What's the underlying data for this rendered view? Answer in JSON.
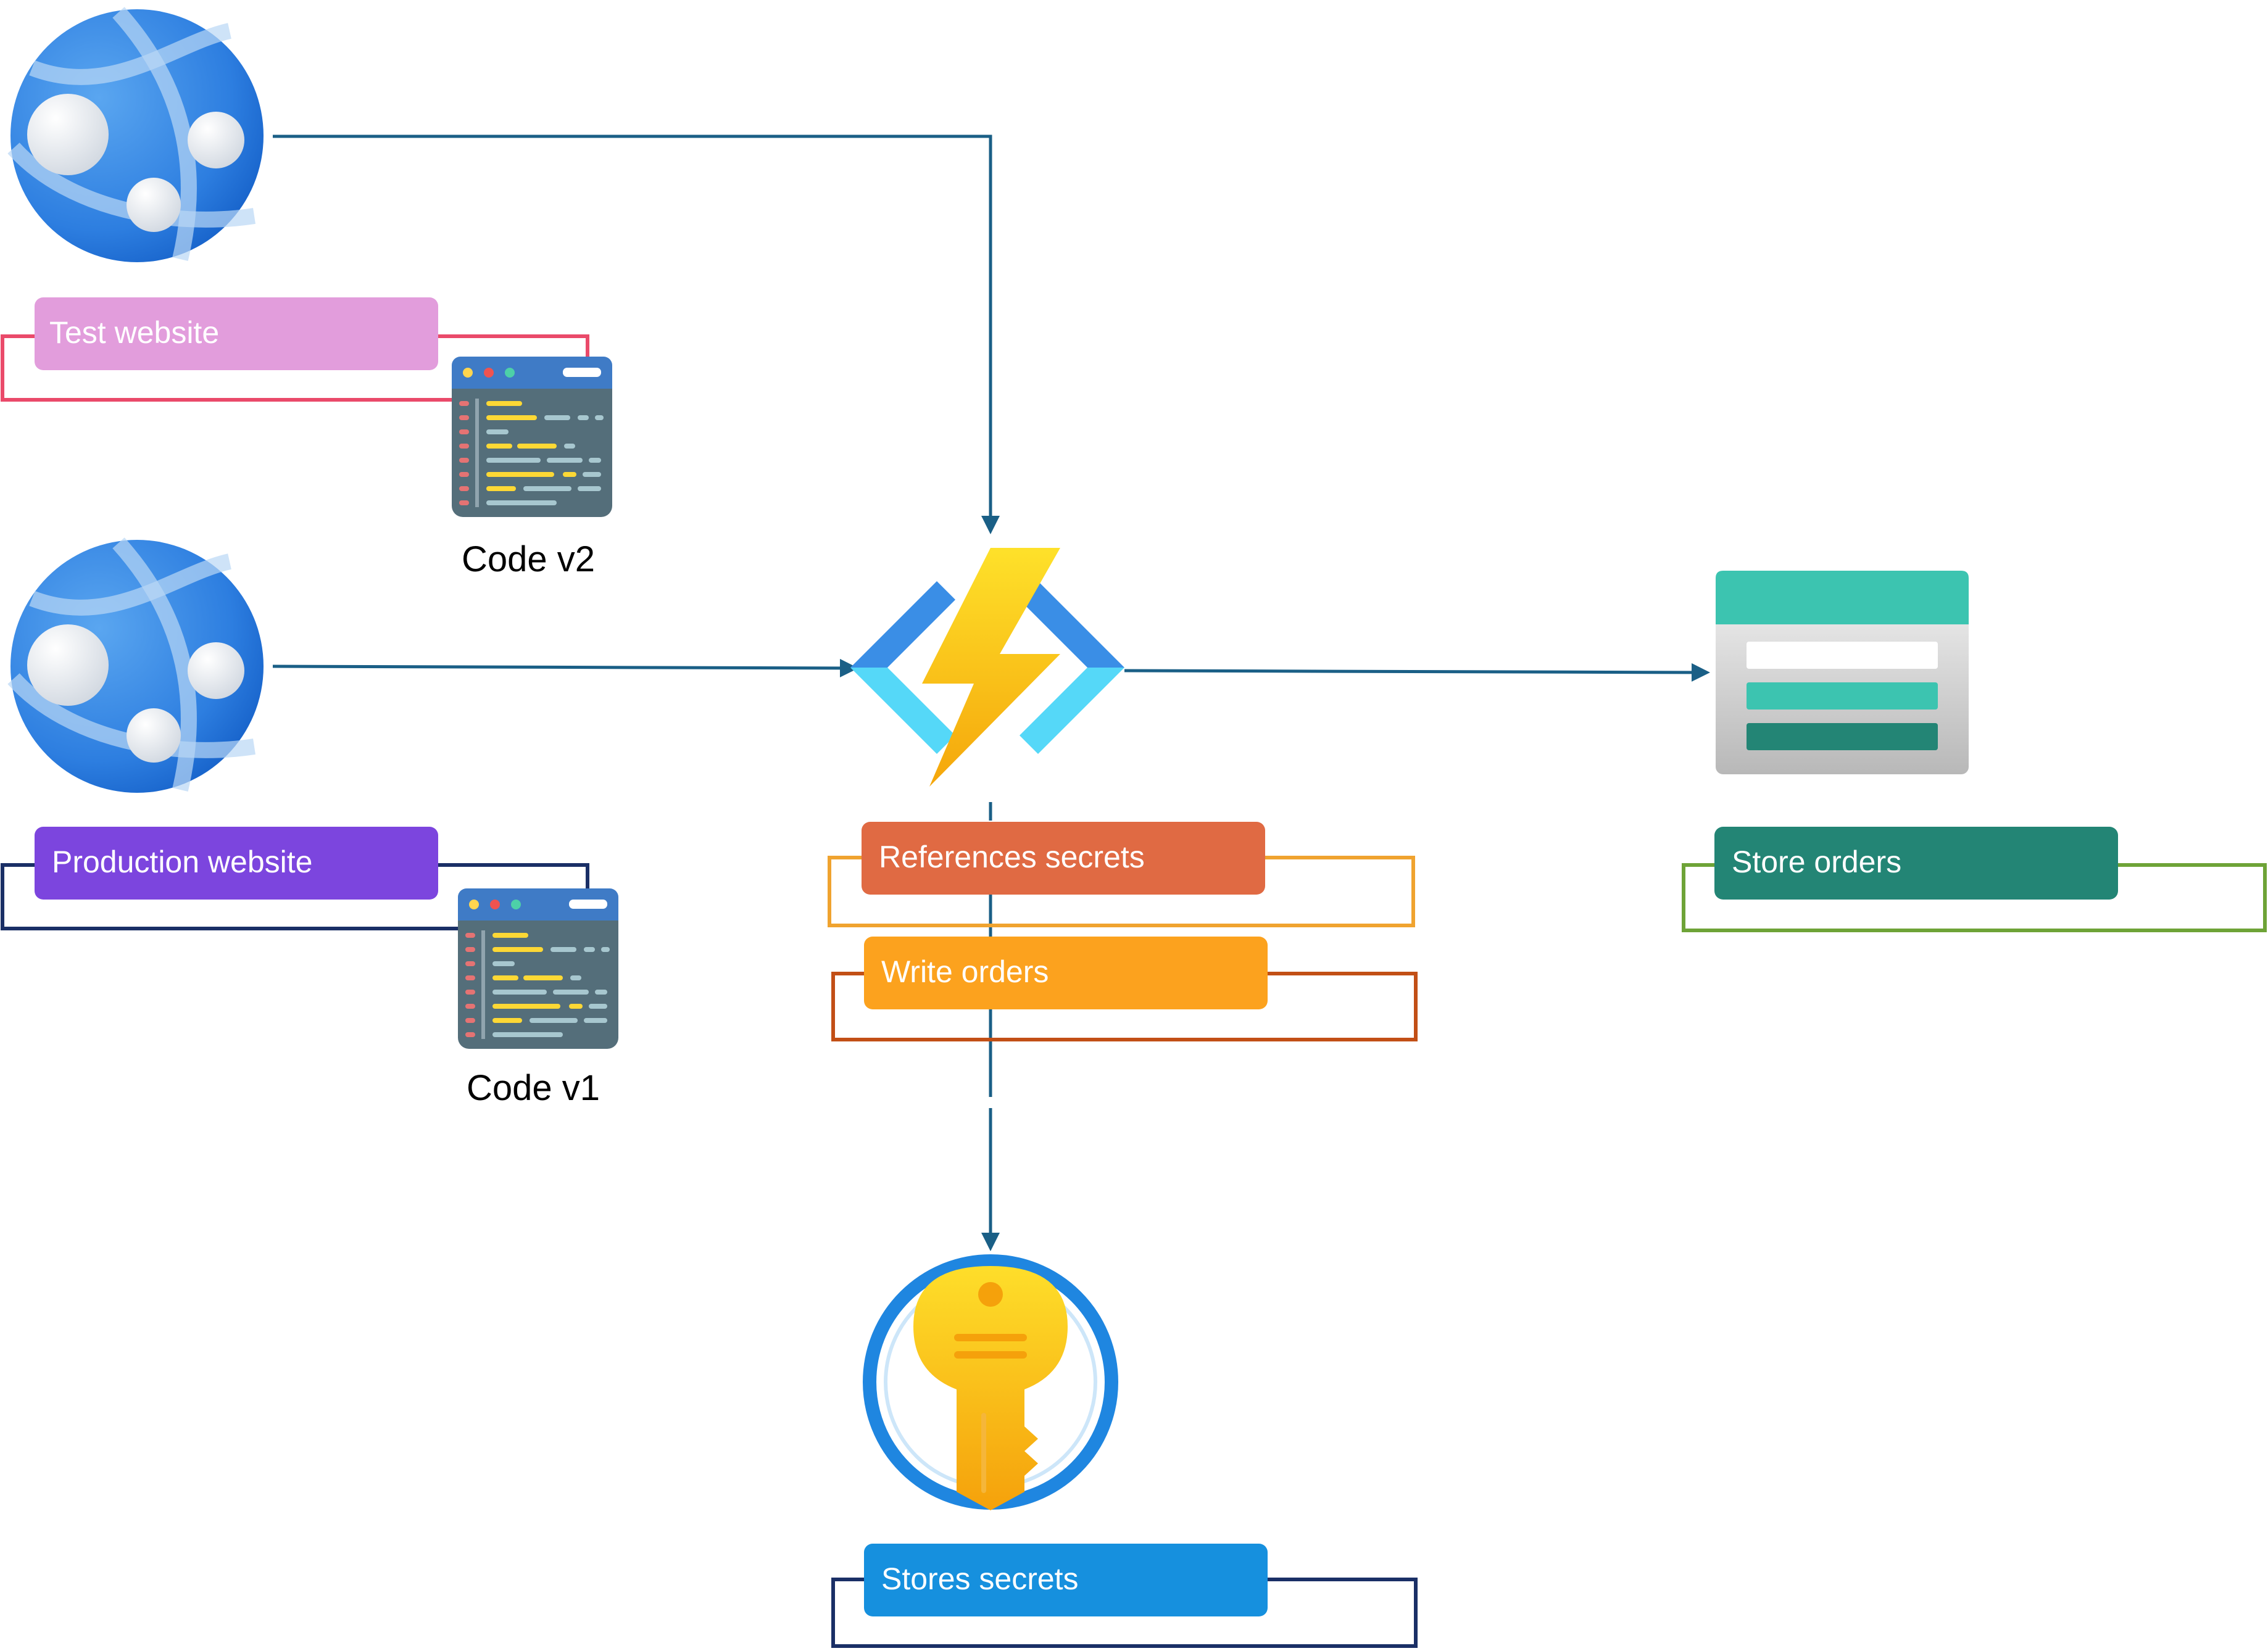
{
  "diagram": {
    "labels": {
      "test_website": "Test website",
      "production_website": "Production website",
      "code_v2": "Code v2",
      "code_v1": "Code v1",
      "references_secrets": "References secrets",
      "write_orders": "Write orders",
      "store_orders": "Store orders",
      "stores_secrets": "Stores secrets"
    },
    "colors": {
      "connector": "#1a5f86",
      "test_pill": "#e29ddc",
      "test_bracket": "#ea4a6a",
      "prod_pill": "#7c45de",
      "prod_bracket": "#1a2f66",
      "refs_pill": "#e06a43",
      "refs_bracket": "#f0a32f",
      "write_pill": "#fca21e",
      "write_bracket": "#c24f16",
      "store_pill": "#238575",
      "store_bracket": "#6ea337",
      "vault_pill": "#1690de",
      "vault_bracket": "#1a2f66"
    },
    "icons": [
      "web-app-icon",
      "code-window-icon",
      "function-app-icon",
      "storage-table-icon",
      "key-vault-icon"
    ]
  }
}
